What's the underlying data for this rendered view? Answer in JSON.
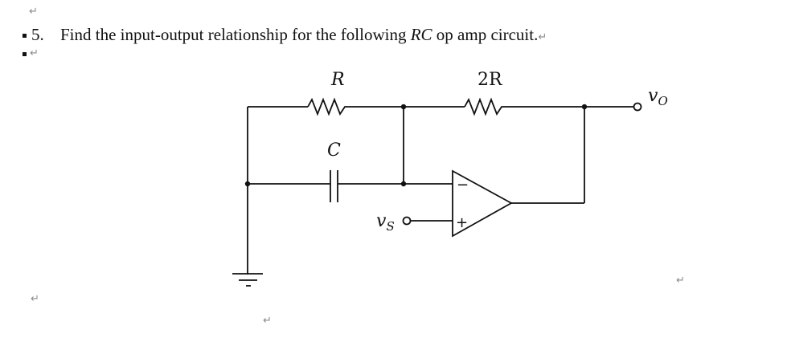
{
  "document": {
    "question_number": "5.",
    "question_text_before": "Find the input-output relationship for the following ",
    "question_text_italic": "RC",
    "question_text_after": " op amp circuit.",
    "paragraph_mark": "↵"
  },
  "circuit": {
    "resistor_label": "R",
    "feedback_resistor_label": "2R",
    "capacitor_label": "C",
    "output_label_main": "v",
    "output_label_sub": "O",
    "input_label_main": "v",
    "input_label_sub": "S",
    "opamp_minus": "−",
    "opamp_plus": "+"
  }
}
